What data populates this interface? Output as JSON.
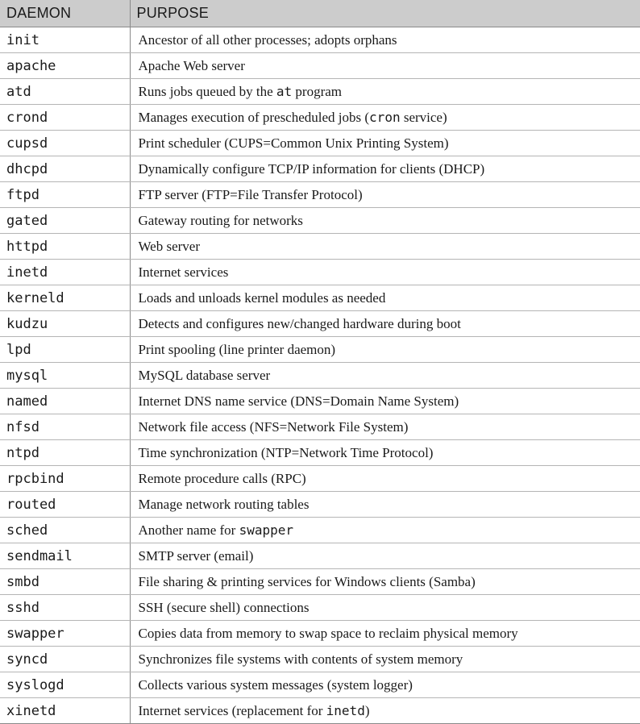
{
  "header": {
    "daemon": "DAEMON",
    "purpose": "PURPOSE"
  },
  "rows": [
    {
      "daemon": "init",
      "purpose": [
        {
          "t": "Ancestor of all other processes; adopts orphans"
        }
      ]
    },
    {
      "daemon": "apache",
      "purpose": [
        {
          "t": "Apache Web server"
        }
      ]
    },
    {
      "daemon": "atd",
      "purpose": [
        {
          "t": "Runs jobs queued by the "
        },
        {
          "t": "at",
          "code": true
        },
        {
          "t": " program"
        }
      ]
    },
    {
      "daemon": "crond",
      "purpose": [
        {
          "t": "Manages execution of prescheduled jobs ("
        },
        {
          "t": "cron",
          "code": true
        },
        {
          "t": " service)"
        }
      ]
    },
    {
      "daemon": "cupsd",
      "purpose": [
        {
          "t": "Print scheduler (CUPS=Common Unix Printing System)"
        }
      ]
    },
    {
      "daemon": "dhcpd",
      "purpose": [
        {
          "t": "Dynamically configure TCP/IP information for clients (DHCP)"
        }
      ]
    },
    {
      "daemon": "ftpd",
      "purpose": [
        {
          "t": "FTP server (FTP=File Transfer Protocol)"
        }
      ]
    },
    {
      "daemon": "gated",
      "purpose": [
        {
          "t": "Gateway routing for networks"
        }
      ]
    },
    {
      "daemon": "httpd",
      "purpose": [
        {
          "t": "Web server"
        }
      ]
    },
    {
      "daemon": "inetd",
      "purpose": [
        {
          "t": "Internet services"
        }
      ]
    },
    {
      "daemon": "kerneld",
      "purpose": [
        {
          "t": "Loads and unloads kernel modules as needed"
        }
      ]
    },
    {
      "daemon": "kudzu",
      "purpose": [
        {
          "t": "Detects and configures new/changed hardware during boot"
        }
      ]
    },
    {
      "daemon": "lpd",
      "purpose": [
        {
          "t": "Print spooling (line printer daemon)"
        }
      ]
    },
    {
      "daemon": "mysql",
      "purpose": [
        {
          "t": "MySQL database server"
        }
      ]
    },
    {
      "daemon": "named",
      "purpose": [
        {
          "t": "Internet DNS name service (DNS=Domain Name System)"
        }
      ]
    },
    {
      "daemon": "nfsd",
      "purpose": [
        {
          "t": "Network file access (NFS=Network File System)"
        }
      ]
    },
    {
      "daemon": "ntpd",
      "purpose": [
        {
          "t": "Time synchronization (NTP=Network Time Protocol)"
        }
      ]
    },
    {
      "daemon": "rpcbind",
      "purpose": [
        {
          "t": "Remote procedure calls (RPC)"
        }
      ]
    },
    {
      "daemon": "routed",
      "purpose": [
        {
          "t": "Manage network routing tables"
        }
      ]
    },
    {
      "daemon": "sched",
      "purpose": [
        {
          "t": "Another name for "
        },
        {
          "t": "swapper",
          "code": true
        }
      ]
    },
    {
      "daemon": "sendmail",
      "purpose": [
        {
          "t": "SMTP server (email)"
        }
      ]
    },
    {
      "daemon": "smbd",
      "purpose": [
        {
          "t": "File sharing & printing services for Windows clients (Samba)"
        }
      ]
    },
    {
      "daemon": "sshd",
      "purpose": [
        {
          "t": "SSH (secure shell) connections"
        }
      ]
    },
    {
      "daemon": "swapper",
      "purpose": [
        {
          "t": "Copies data from memory to swap space to reclaim physical memory"
        }
      ]
    },
    {
      "daemon": "syncd",
      "purpose": [
        {
          "t": "Synchronizes file systems with contents of system memory"
        }
      ]
    },
    {
      "daemon": "syslogd",
      "purpose": [
        {
          "t": "Collects various system messages (system logger)"
        }
      ]
    },
    {
      "daemon": "xinetd",
      "purpose": [
        {
          "t": "Internet services (replacement for "
        },
        {
          "t": "inetd",
          "code": true
        },
        {
          "t": ")"
        }
      ]
    }
  ]
}
